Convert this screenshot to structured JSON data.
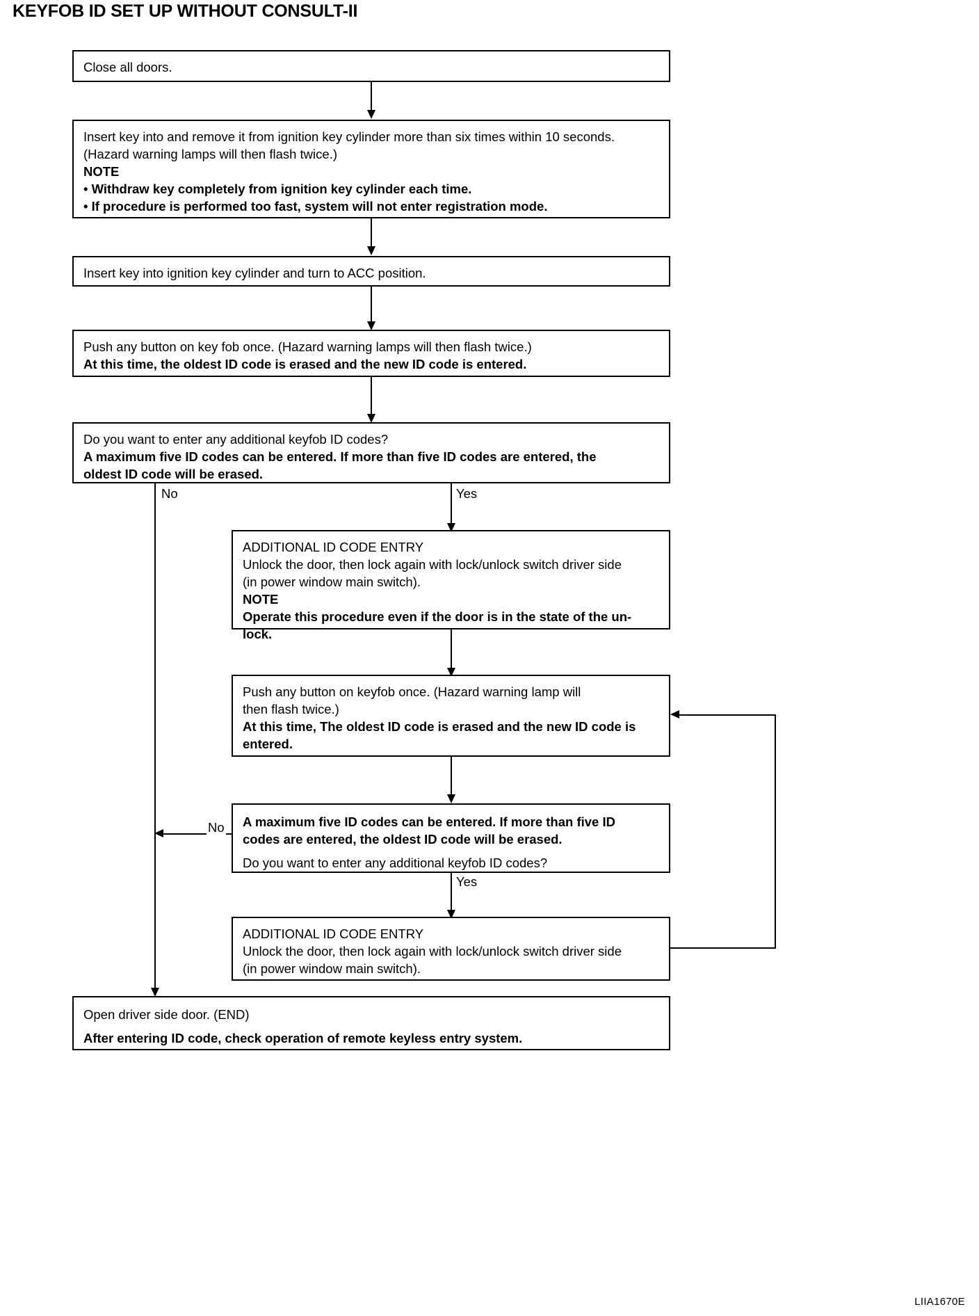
{
  "title": "KEYFOB ID SET UP WITHOUT CONSULT-II",
  "footer_code": "LIIA1670E",
  "nodes": {
    "close_doors": {
      "l1": "Close all doors."
    },
    "insert_remove": {
      "l1": "Insert key into and remove it from ignition key cylinder more than six times within 10 seconds.",
      "l2": "(Hazard warning lamps will then flash twice.)",
      "l3": "NOTE",
      "l4": "• Withdraw key completely from ignition key cylinder each time.",
      "l5": "• If procedure is performed too fast, system will not enter registration mode."
    },
    "turn_acc": {
      "l1": "Insert key into ignition key cylinder and turn to ACC position."
    },
    "push_button_1": {
      "l1": "Push any button on key fob once. (Hazard warning lamps will then flash twice.)",
      "l2": "At this time, the oldest ID code is erased and the new ID code is entered."
    },
    "decision_1": {
      "l1": "Do you want to enter any additional keyfob ID codes?",
      "l2": "A  maximum five ID codes can be entered. If more than five ID codes are entered, the",
      "l3": "oldest ID code will be erased."
    },
    "add_entry_1": {
      "l1": "ADDITIONAL ID CODE ENTRY",
      "l2": "Unlock the door, then lock again with lock/unlock switch driver side",
      "l3": "(in power window main switch).",
      "l4": "NOTE",
      "l5": "Operate this procedure even if the door is in the state of the un-",
      "l6": "lock."
    },
    "push_button_2": {
      "l1": "Push any button on keyfob once. (Hazard warning lamp will",
      "l2": "then flash twice.)",
      "l3": "At this time, The oldest ID code is erased and the new ID code is",
      "l4": "entered."
    },
    "decision_2": {
      "l1": "A  maximum five ID codes can be entered. If more than five ID",
      "l2": "codes are entered, the oldest ID code will be erased.",
      "l3": "Do you want to enter any additional keyfob ID codes?"
    },
    "add_entry_2": {
      "l1": "ADDITIONAL ID CODE ENTRY",
      "l2": "Unlock the door, then lock again with lock/unlock switch driver side",
      "l3": "(in power window main switch)."
    },
    "end_node": {
      "l1": "Open driver side door. (END)",
      "l2": "After entering ID code, check operation of remote keyless entry system."
    }
  },
  "edge_labels": {
    "d1_no": "No",
    "d1_yes": "Yes",
    "d2_no": "No",
    "d2_yes": "Yes"
  }
}
